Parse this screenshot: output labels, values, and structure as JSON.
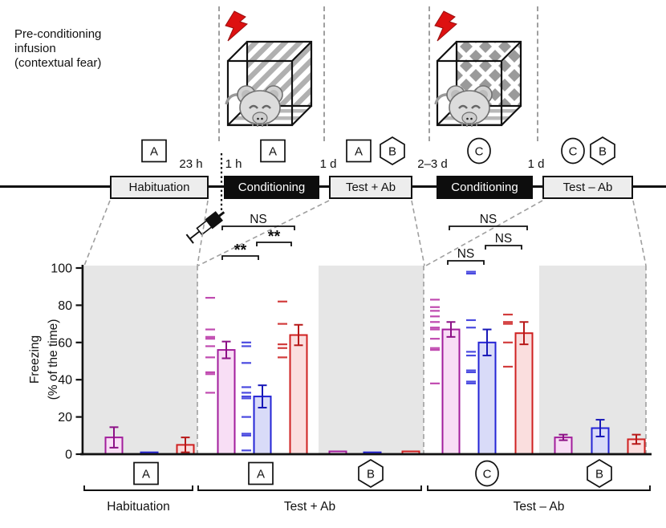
{
  "header": {
    "title_lines": [
      "Pre-conditioning",
      "infusion",
      "(contextual fear)"
    ]
  },
  "timeline": {
    "boxes": [
      {
        "label": "Habituation",
        "style": "light"
      },
      {
        "label": "Conditioning",
        "style": "dark"
      },
      {
        "label": "Test + Ab",
        "style": "light"
      },
      {
        "label": "Conditioning",
        "style": "dark"
      },
      {
        "label": "Test – Ab",
        "style": "light"
      }
    ],
    "intervals": [
      "23 h",
      "1 h",
      "1 d",
      "2–3 d",
      "1 d"
    ],
    "context_badges": [
      {
        "shape": "square",
        "label": "A"
      },
      {
        "shape": "square",
        "label": "A"
      },
      {
        "shape": "square",
        "label": "A"
      },
      {
        "shape": "hexagon",
        "label": "B"
      },
      {
        "shape": "circle",
        "label": "C"
      },
      {
        "shape": "circle",
        "label": "C"
      },
      {
        "shape": "hexagon",
        "label": "B"
      }
    ],
    "icons": [
      "shock-lightning-icon",
      "shock-lightning-icon",
      "syringe-icon"
    ]
  },
  "chart_data": {
    "type": "bar",
    "title": "",
    "ylabel_lines": [
      "Freezing",
      "(% of the time)"
    ],
    "ylim": [
      0,
      100
    ],
    "yticks": [
      0,
      20,
      40,
      60,
      80,
      100
    ],
    "grid": false,
    "series_colors": {
      "magenta": "#a21e9c",
      "blue": "#2424d6",
      "red": "#cf2020"
    },
    "groups": [
      {
        "phase": "Habituation",
        "context": "A",
        "context_shape": "square",
        "shaded": true,
        "bars": [
          {
            "series": "magenta",
            "value": 9,
            "err": 5.5,
            "points": []
          },
          {
            "series": "blue",
            "value": 1,
            "err": 0,
            "points": []
          },
          {
            "series": "red",
            "value": 5,
            "err": 4,
            "points": []
          }
        ]
      },
      {
        "phase": "Test + Ab",
        "context": "A",
        "context_shape": "square",
        "shaded": false,
        "bars": [
          {
            "series": "magenta",
            "value": 56,
            "err": 4.5,
            "points": [
              84,
              67,
              63,
              62,
              58,
              52,
              44,
              43,
              33
            ]
          },
          {
            "series": "blue",
            "value": 31,
            "err": 6,
            "points": [
              60,
              58,
              49,
              36,
              33,
              31,
              30,
              20,
              11,
              10,
              2
            ]
          },
          {
            "series": "red",
            "value": 64,
            "err": 5.5,
            "points": [
              82,
              70,
              59,
              57,
              52
            ]
          }
        ]
      },
      {
        "phase": "Test + Ab",
        "context": "B",
        "context_shape": "hexagon",
        "shaded": true,
        "bars": [
          {
            "series": "magenta",
            "value": 1.5,
            "err": 0,
            "points": []
          },
          {
            "series": "blue",
            "value": 1,
            "err": 0,
            "points": []
          },
          {
            "series": "red",
            "value": 1.5,
            "err": 0,
            "points": []
          }
        ]
      },
      {
        "phase": "Test – Ab",
        "context": "C",
        "context_shape": "circle",
        "shaded": false,
        "bars": [
          {
            "series": "magenta",
            "value": 67,
            "err": 4,
            "points": [
              83,
              79,
              77,
              74,
              71,
              68,
              67,
              62,
              57,
              56,
              38
            ]
          },
          {
            "series": "blue",
            "value": 60,
            "err": 7,
            "points": [
              98,
              97,
              72,
              68,
              55,
              53,
              45,
              44,
              39,
              38
            ]
          },
          {
            "series": "red",
            "value": 65,
            "err": 6,
            "points": [
              75,
              71,
              70,
              60,
              47
            ]
          }
        ]
      },
      {
        "phase": "Test – Ab",
        "context": "B",
        "context_shape": "hexagon",
        "shaded": true,
        "bars": [
          {
            "series": "magenta",
            "value": 9,
            "err": 1.5,
            "points": []
          },
          {
            "series": "blue",
            "value": 14,
            "err": 4.5,
            "points": []
          },
          {
            "series": "red",
            "value": 8,
            "err": 2.5,
            "points": []
          }
        ]
      }
    ],
    "significance": [
      {
        "group_index": 1,
        "pair": "magenta-blue",
        "label": "**"
      },
      {
        "group_index": 1,
        "pair": "blue-red",
        "label": "**"
      },
      {
        "group_index": 1,
        "pair": "magenta-red",
        "label": "NS"
      },
      {
        "group_index": 3,
        "pair": "magenta-blue",
        "label": "NS"
      },
      {
        "group_index": 3,
        "pair": "blue-red",
        "label": "NS"
      },
      {
        "group_index": 3,
        "pair": "magenta-red",
        "label": "NS"
      }
    ],
    "phase_brackets": [
      {
        "label": "Habituation"
      },
      {
        "label": "Test + Ab"
      },
      {
        "label": "Test – Ab"
      }
    ]
  }
}
